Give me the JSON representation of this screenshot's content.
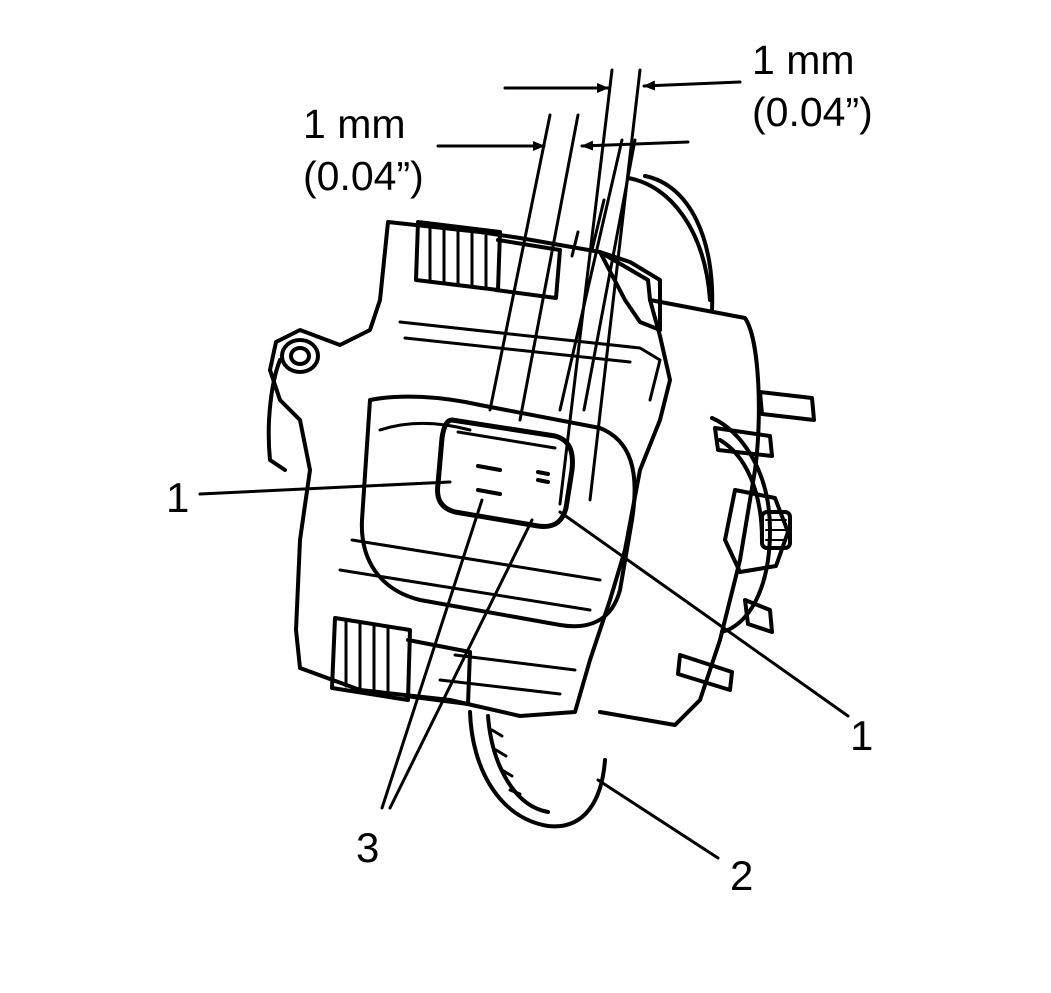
{
  "dimensions": {
    "top_right": {
      "value": "1 mm",
      "imperial": "(0.04”)"
    },
    "top_left": {
      "value": "1 mm",
      "imperial": "(0.04”)"
    }
  },
  "callouts": {
    "left": "1",
    "right": "1",
    "rotor": "2",
    "bottom": "3"
  },
  "colors": {
    "line": "#000000",
    "background": "#ffffff"
  }
}
